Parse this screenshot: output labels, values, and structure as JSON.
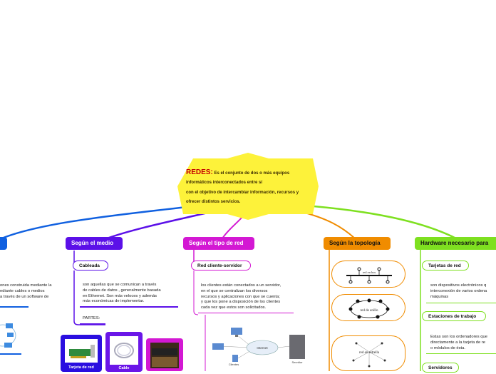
{
  "center": {
    "title": "REDES:",
    "line1": "Es el conjunto de dos o más equipos",
    "line2": "informáticos interconectados entre sí",
    "line3": "con el objetivo de intercambiar información, recursos y",
    "line4": "ofrecer distintos servicios."
  },
  "branches": {
    "medio": {
      "label": "Según el medio",
      "color": "#5b10e8",
      "cableada_label": "Cableada",
      "cableada_note": [
        "son aquellas que se comunican a través",
        "de cables de datos , generalmente basada",
        "en Ethernet. Son más veloces y además",
        "más económicas de implementar."
      ],
      "partes_label": "PARTES:",
      "cards": [
        {
          "label": "Tarjeta de red",
          "color": "#2a0ee0"
        },
        {
          "label": "Cable",
          "color": "#6a16e8"
        },
        {
          "label": "",
          "color": "#d318d3"
        }
      ]
    },
    "tipo": {
      "label": "Según el tipo de red",
      "color": "#d318d3",
      "cliente_label": "Red cliente-servidor",
      "cliente_note": [
        "los clientes están conectados a un servidor,",
        "en el que se centralizan los diversos",
        "recursos y aplicaciones con que se cuenta;",
        "y que los pone a disposición de los clientes",
        "cada vez que estos son solicitados."
      ],
      "diagram": {
        "cloud": "Internet",
        "clients": "Clientes",
        "server": "Servidor"
      }
    },
    "topologia": {
      "label": "Según la topología",
      "color": "#f08c00",
      "items": [
        "red en bus",
        "red de anillo",
        "red en estrella"
      ]
    },
    "hardware": {
      "label": "Hardware necesario para",
      "color": "#7ee020",
      "tarjetas_label": "Tarjetas de red",
      "tarjetas_note": [
        "son dispositivos electrónicos q",
        "interconexión de varios ordena",
        "máquinas"
      ],
      "estaciones_label": "Estaciones de trabajo",
      "estaciones_note": [
        "Estas son los ordenadores que",
        "directamente a la tarjeta de re",
        "o módulos de ésta."
      ],
      "servidores_label": "Servidores"
    },
    "left": {
      "color": "#1060e0",
      "note": [
        "ones construida mediante la",
        "ediante cables o medios",
        "a través de un software de"
      ]
    }
  }
}
